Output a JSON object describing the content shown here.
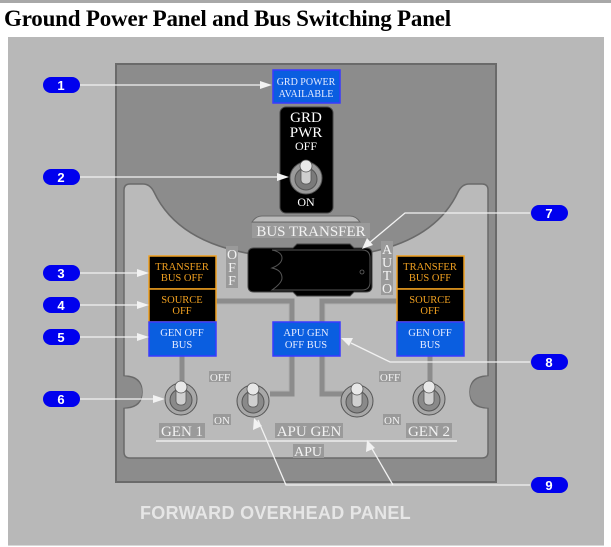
{
  "title": "Ground Power Panel and Bus Switching Panel",
  "footer_label": "FORWARD OVERHEAD PANEL",
  "callouts": [
    "1",
    "2",
    "3",
    "4",
    "5",
    "6",
    "7",
    "8",
    "9"
  ],
  "ground_power": {
    "light": [
      "GRD POWER",
      "AVAILABLE"
    ],
    "switch_label": [
      "GRD",
      "PWR"
    ],
    "off": "OFF",
    "on": "ON"
  },
  "bus_transfer": {
    "label": "BUS TRANSFER",
    "off_letters": [
      "O",
      "F",
      "F"
    ],
    "auto_letters": [
      "A",
      "U",
      "T",
      "O"
    ]
  },
  "lights": {
    "transfer_bus_off": [
      "TRANSFER",
      "BUS OFF"
    ],
    "source_off": [
      "SOURCE",
      "OFF"
    ],
    "gen_off_bus": [
      "GEN OFF",
      "BUS"
    ],
    "apu_gen_off_bus": [
      "APU GEN",
      "OFF BUS"
    ]
  },
  "switch_labels": {
    "off": "OFF",
    "on": "ON",
    "gen1": "GEN 1",
    "gen2": "GEN 2",
    "apu_gen": "APU GEN",
    "apu": "APU"
  },
  "colors": {
    "callout_badge": "#0000ee",
    "amber_text": "#f0a020",
    "blue_light": "#0a5ee0",
    "panel_dark": "#8c8c8c",
    "panel_light": "#bababa"
  }
}
